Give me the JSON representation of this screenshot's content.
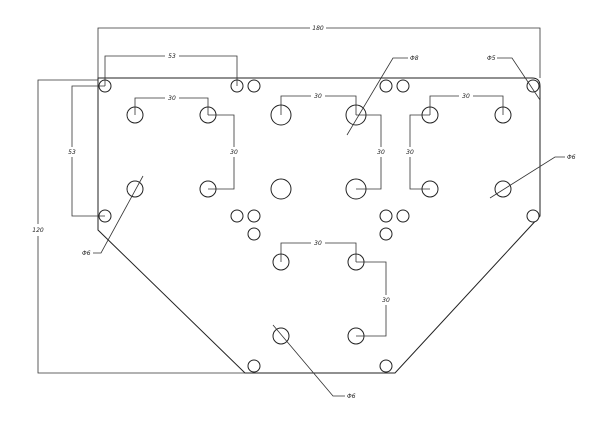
{
  "dimensions": {
    "overall_width": "180",
    "overall_height": "120",
    "corner_hole_spacing_h": "53",
    "corner_hole_spacing_v": "53",
    "left_group_h": "30",
    "left_group_v": "30",
    "middle_group_h": "30",
    "middle_group_v": "30",
    "right_group_h": "30",
    "right_group_v": "30",
    "lower_group_h": "30",
    "lower_group_v": "30"
  },
  "callouts": {
    "middle_hole": "Φ8",
    "corner_hole": "Φ5",
    "right_hole": "Φ6",
    "left_hole": "Φ6",
    "lower_hole": "Φ6"
  },
  "colors": {
    "line": "#222222",
    "background": "#ffffff"
  }
}
